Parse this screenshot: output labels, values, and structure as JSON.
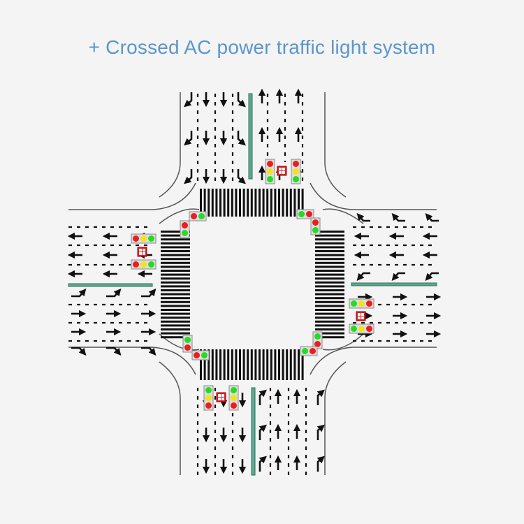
{
  "title": "+ Crossed AC power traffic light system",
  "colors": {
    "background": "#f4f4f4",
    "title": "#5b96cc",
    "road_line": "#555555",
    "median": "#5fa891",
    "median_border": "#2f6e5a",
    "crosswalk": "#111111",
    "arrow": "#111111",
    "signal_red": "#ee1c1c",
    "signal_yellow": "#f2e21a",
    "signal_green": "#22dd22",
    "signal_housing": "#8a8a8a",
    "pedestrian_sign": "#d8232a"
  },
  "approaches": {
    "north": {
      "inbound_arrows": [
        "left-turn",
        "straight",
        "straight",
        "right-turn"
      ],
      "outbound_arrows": [
        "straight",
        "straight",
        "straight"
      ],
      "signal_heads": [
        [
          "red",
          "yellow",
          "green"
        ],
        [
          "red",
          "yellow",
          "green"
        ]
      ],
      "pedestrian_signal": "pedestrian-sign"
    },
    "south": {
      "inbound_arrows": [
        "left-turn",
        "straight",
        "straight",
        "right-turn"
      ],
      "outbound_arrows": [
        "straight",
        "straight",
        "straight"
      ],
      "signal_heads": [
        [
          "green",
          "yellow",
          "red"
        ],
        [
          "green",
          "yellow",
          "red"
        ]
      ],
      "pedestrian_signal": "pedestrian-sign"
    },
    "west": {
      "inbound_arrows": [
        "left-turn",
        "straight",
        "straight"
      ],
      "outbound_arrows": [
        "straight",
        "straight",
        "straight"
      ],
      "signal_heads": [
        [
          "red",
          "yellow",
          "green"
        ],
        [
          "red",
          "yellow",
          "green"
        ]
      ],
      "pedestrian_signal": "pedestrian-sign"
    },
    "east": {
      "inbound_arrows": [
        "right-turn",
        "straight",
        "straight",
        "left-turn"
      ],
      "outbound_arrows": [
        "straight",
        "straight",
        "straight"
      ],
      "signal_heads": [
        [
          "green",
          "yellow",
          "red"
        ],
        [
          "green",
          "yellow",
          "red"
        ]
      ],
      "pedestrian_signal": "pedestrian-sign"
    }
  },
  "corner_pedestrian_signals": {
    "north_west": [
      [
        "red",
        "green"
      ],
      [
        "red",
        "green"
      ]
    ],
    "north_east": [
      [
        "green",
        "red"
      ],
      [
        "red",
        "green"
      ]
    ],
    "south_west": [
      [
        "green",
        "red"
      ],
      [
        "red",
        "green"
      ]
    ],
    "south_east": [
      [
        "green",
        "red"
      ],
      [
        "green",
        "red"
      ]
    ]
  }
}
